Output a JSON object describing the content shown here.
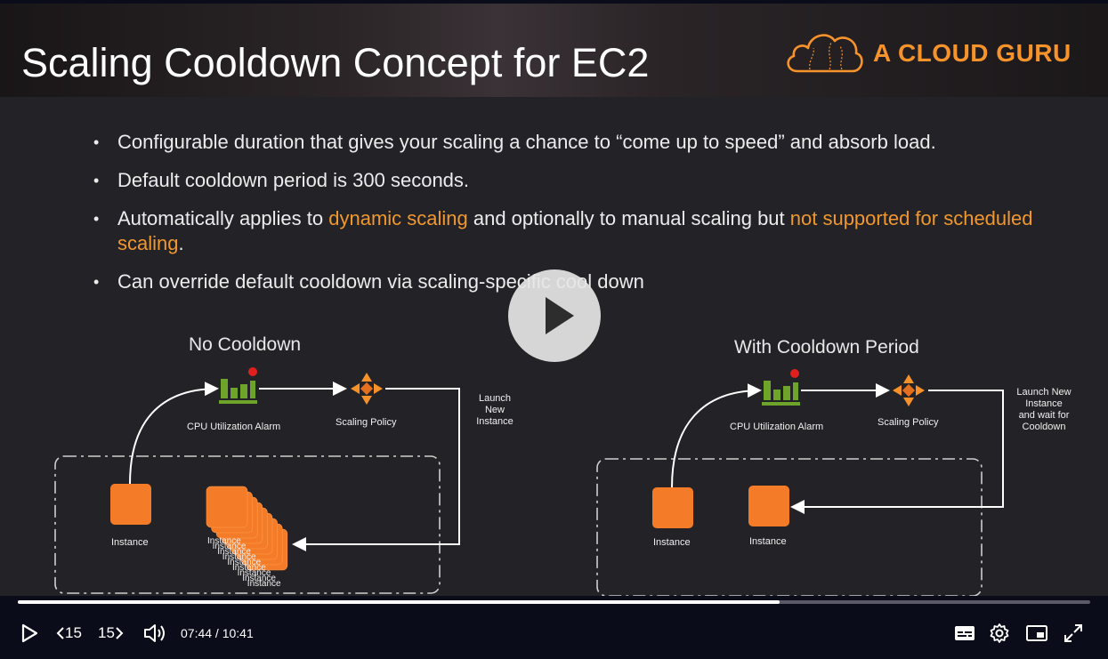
{
  "slide": {
    "title": "Scaling Cooldown Concept for EC2",
    "brand_name": "A CLOUD GURU",
    "bullets": [
      {
        "segments": [
          {
            "text": "Configurable duration that gives your scaling a chance to “come up to speed” and absorb load.",
            "highlight": false
          }
        ]
      },
      {
        "segments": [
          {
            "text": "Default cooldown period is 300 seconds.",
            "highlight": false
          }
        ]
      },
      {
        "segments": [
          {
            "text": "Automatically applies to ",
            "highlight": false
          },
          {
            "text": "dynamic scaling",
            "highlight": true
          },
          {
            "text": " and optionally to manual scaling but ",
            "highlight": false
          },
          {
            "text": "not supported for scheduled scaling",
            "highlight": true
          },
          {
            "text": ".",
            "highlight": false
          }
        ]
      },
      {
        "segments": [
          {
            "text": "Can override default cooldown via scaling-specific cool down",
            "highlight": false
          }
        ]
      }
    ],
    "highlight_color": "#f0982f",
    "accent_color": "#f47c28"
  },
  "diagram_left": {
    "title": "No Cooldown",
    "alarm_label": "CPU Utilization Alarm",
    "policy_label": "Scaling Policy",
    "launch_label": [
      "Launch",
      "New",
      "Instance"
    ],
    "instance_label": "Instance",
    "stacked_instance_label": "Instance"
  },
  "diagram_right": {
    "title": "With Cooldown Period",
    "alarm_label": "CPU Utilization Alarm",
    "policy_label": "Scaling Policy",
    "launch_label": [
      "Launch New",
      "Instance",
      "and wait for",
      "Cooldown"
    ],
    "instance_label": "Instance",
    "new_instance_label": "Instance"
  },
  "player": {
    "progress_fraction": 0.7107,
    "current_time": "07:44",
    "duration": "10:41",
    "time_separator": " / ",
    "rewind_label": "15",
    "forward_label": "15",
    "icons": {
      "big_play": "play-icon",
      "play": "play-icon",
      "rewind": "rewind-15-icon",
      "forward": "forward-15-icon",
      "volume": "volume-icon",
      "captions": "captions-icon",
      "settings": "gear-icon",
      "pip": "picture-in-picture-icon",
      "fullscreen": "fullscreen-icon"
    }
  }
}
